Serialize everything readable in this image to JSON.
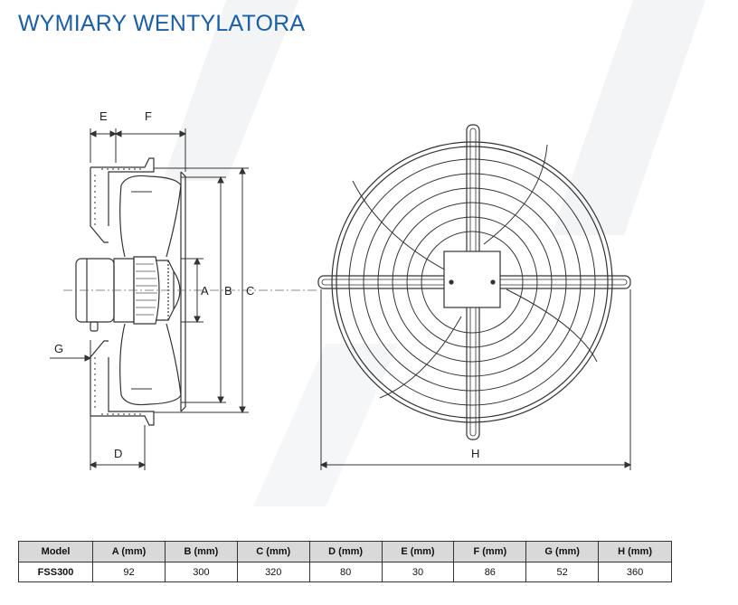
{
  "title": "WYMIARY WENTYLATORA",
  "dimension_labels": {
    "E": "E",
    "F": "F",
    "A": "A",
    "B": "B",
    "C": "C",
    "G": "G",
    "D": "D",
    "H": "H"
  },
  "table": {
    "headers": [
      "Model",
      "A (mm)",
      "B (mm)",
      "C (mm)",
      "D (mm)",
      "E (mm)",
      "F (mm)",
      "G (mm)",
      "H (mm)"
    ],
    "rows": [
      [
        "FSS300",
        "92",
        "300",
        "320",
        "80",
        "30",
        "86",
        "52",
        "360"
      ]
    ]
  },
  "colors": {
    "title": "#1b5fa8",
    "line": "#333333",
    "header_bg": "#d9d9d9"
  }
}
